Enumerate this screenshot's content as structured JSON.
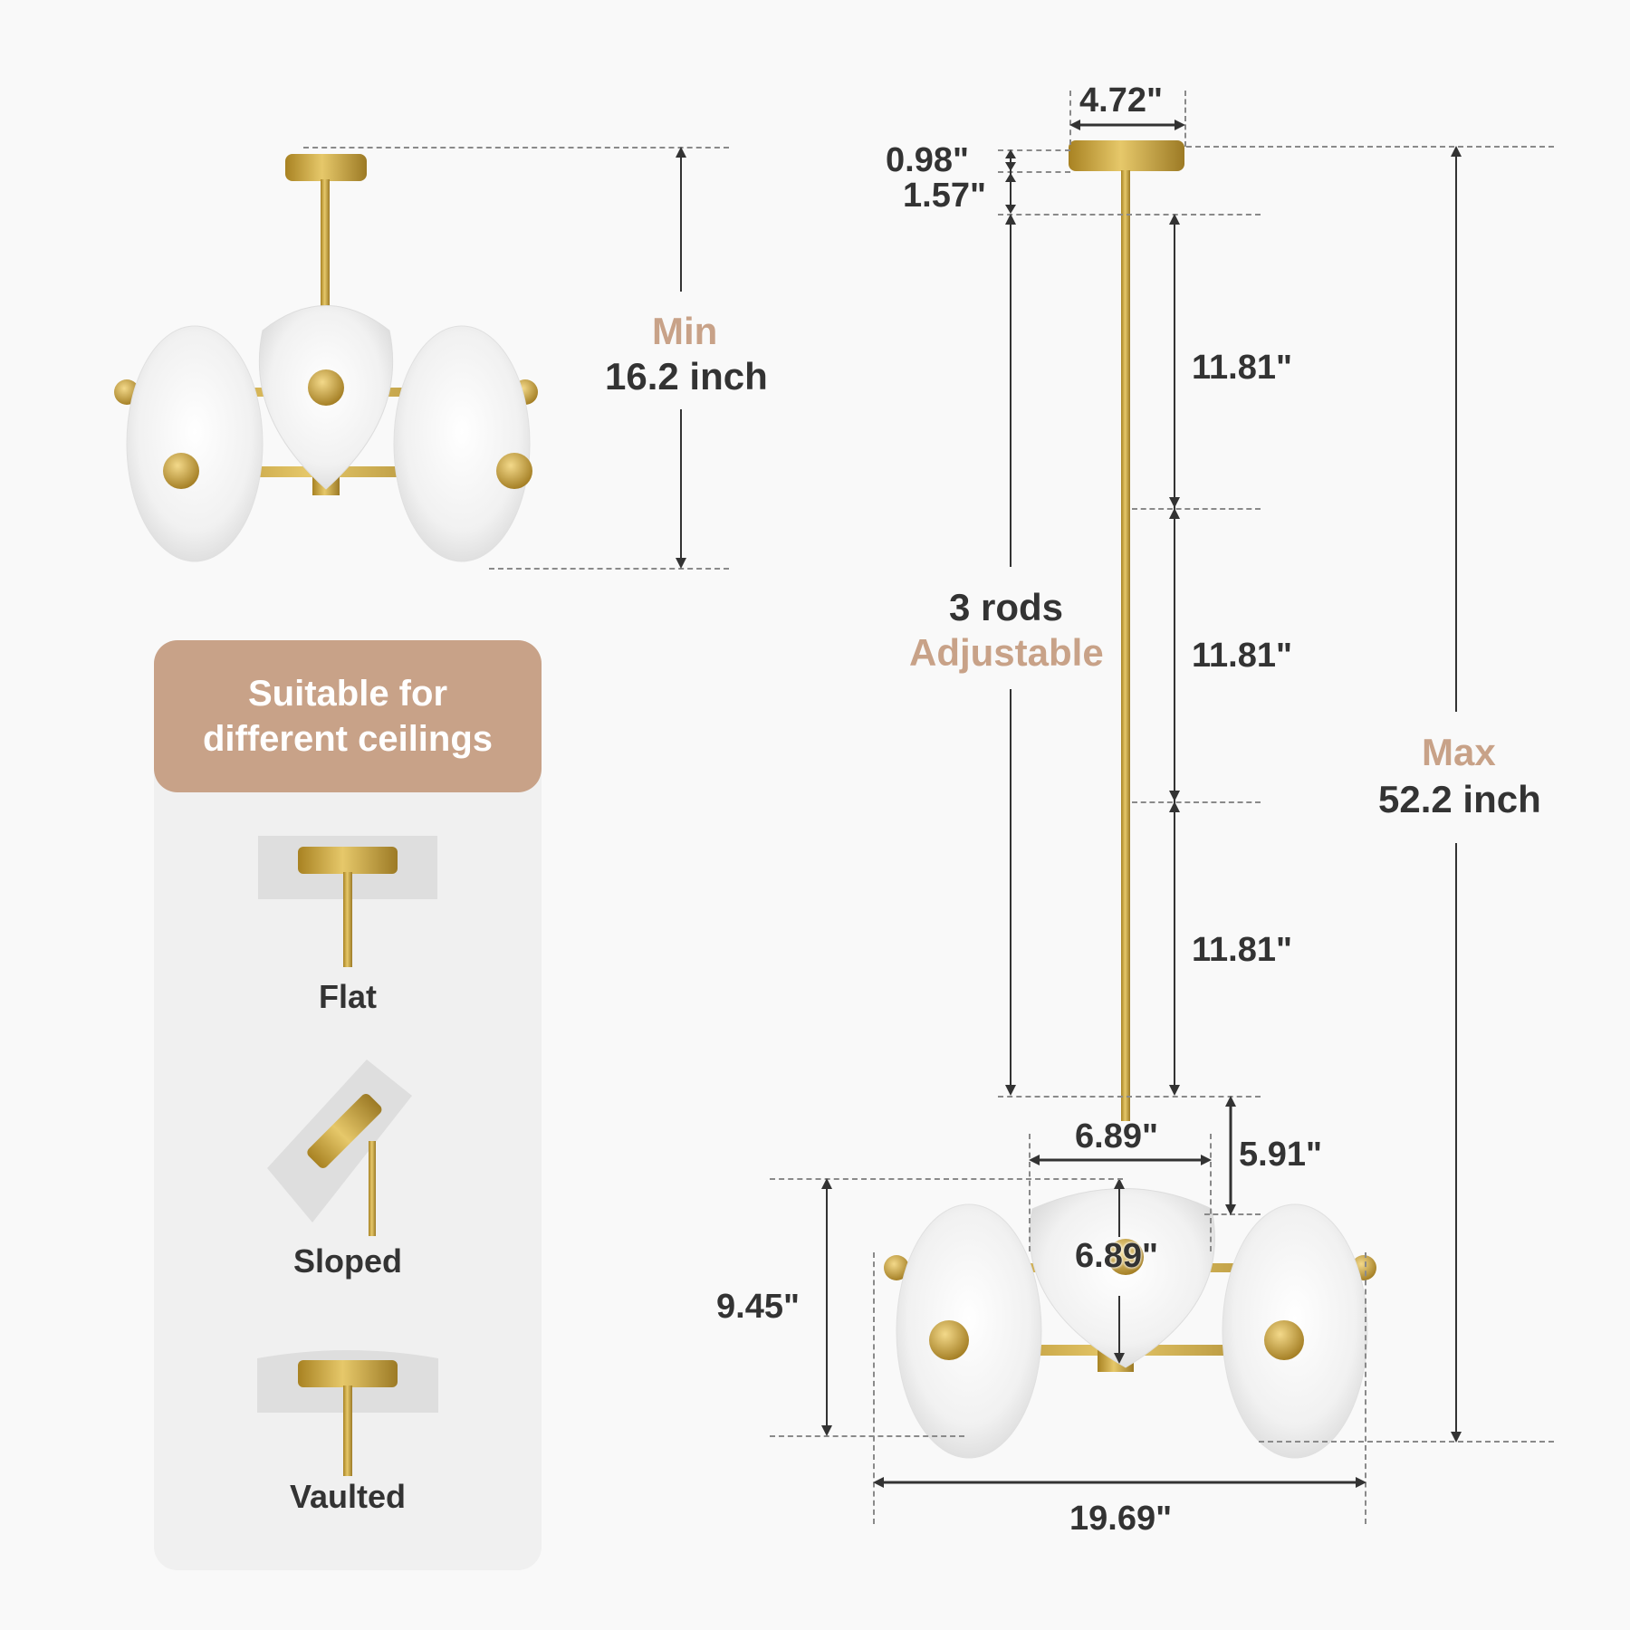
{
  "min_dimension": {
    "label": "Min",
    "value": "16.2 inch"
  },
  "max_dimension": {
    "label": "Max",
    "value": "52.2 inch"
  },
  "ceiling_panel": {
    "title_line1": "Suitable for",
    "title_line2": "different ceilings",
    "types": [
      {
        "label": "Flat",
        "icon": "flat-ceiling-mount-icon"
      },
      {
        "label": "Sloped",
        "icon": "sloped-ceiling-mount-icon"
      },
      {
        "label": "Vaulted",
        "icon": "vaulted-ceiling-mount-icon"
      }
    ]
  },
  "dimensions": {
    "canopy_width": "4.72\"",
    "canopy_height": "0.98\"",
    "top_rod": "1.57\"",
    "rod_1": "11.81\"",
    "rod_2": "11.81\"",
    "rod_3": "11.81\"",
    "rods_label": "3 rods",
    "rods_sub": "Adjustable",
    "shade_width": "6.89\"",
    "shade_height": "6.89\"",
    "shade_drop": "5.91\"",
    "fixture_height": "9.45\"",
    "fixture_width": "19.69\""
  },
  "colors": {
    "accent": "#c8a288",
    "text": "#333333",
    "brass": "#c9a23a",
    "panel_bg": "#f0f0f0",
    "page_bg": "#f9f9f9"
  }
}
